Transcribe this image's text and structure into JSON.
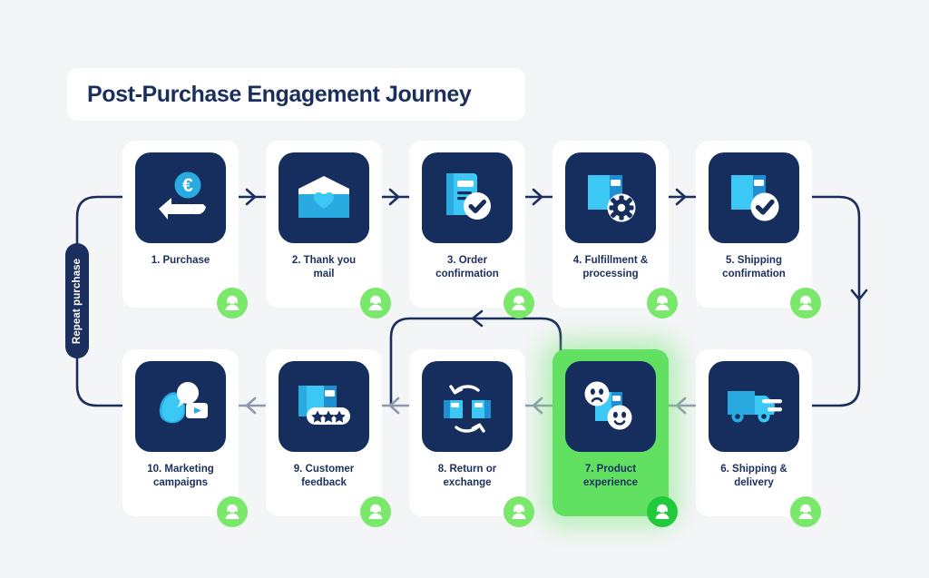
{
  "title": "Post-Purchase Engagement Journey",
  "background_color": "#f4f5f7",
  "colors": {
    "navy": "#152e5e",
    "navy_text": "#1b2f5e",
    "blue": "#29abe2",
    "blue_light": "#3cc8f5",
    "green_badge": "#7ae86b",
    "green_badge_dark": "#22c93a",
    "green_highlight": "#62e062",
    "arrow_navy": "#1b2f5e",
    "arrow_gray": "#8e99ad",
    "card_white": "#ffffff"
  },
  "loop_label": {
    "text": "Repeat purchase"
  },
  "steps": [
    {
      "id": 1,
      "label": "1. Purchase",
      "icon": "hand-euro-coin-icon",
      "row": 1,
      "highlight": false,
      "badge": "agent-icon"
    },
    {
      "id": 2,
      "label": "2. Thank you\nmail",
      "icon": "envelope-heart-icon",
      "row": 1,
      "highlight": false,
      "badge": "agent-icon"
    },
    {
      "id": 3,
      "label": "3. Order\nconfirmation",
      "icon": "document-check-icon",
      "row": 1,
      "highlight": false,
      "badge": "agent-icon"
    },
    {
      "id": 4,
      "label": "4. Fulfillment &\nprocessing",
      "icon": "box-gear-icon",
      "row": 1,
      "highlight": false,
      "badge": "agent-icon"
    },
    {
      "id": 5,
      "label": "5. Shipping\nconfirmation",
      "icon": "box-check-icon",
      "row": 1,
      "highlight": false,
      "badge": "agent-icon"
    },
    {
      "id": 6,
      "label": "6. Shipping &\ndelivery",
      "icon": "delivery-truck-icon",
      "row": 2,
      "highlight": false,
      "badge": "agent-icon"
    },
    {
      "id": 7,
      "label": "7. Product\nexperience",
      "icon": "box-emoji-faces-icon",
      "row": 2,
      "highlight": true,
      "badge": "agent-icon"
    },
    {
      "id": 8,
      "label": "8. Return or\nexchange",
      "icon": "boxes-return-arrows-icon",
      "row": 2,
      "highlight": false,
      "badge": "agent-icon"
    },
    {
      "id": 9,
      "label": "9. Customer\nfeedback",
      "icon": "box-stars-rating-icon",
      "row": 2,
      "highlight": false,
      "badge": "agent-icon"
    },
    {
      "id": 10,
      "label": "10. Marketing\ncampaigns",
      "icon": "megaphone-media-icon",
      "row": 2,
      "highlight": false,
      "badge": "agent-icon"
    }
  ]
}
